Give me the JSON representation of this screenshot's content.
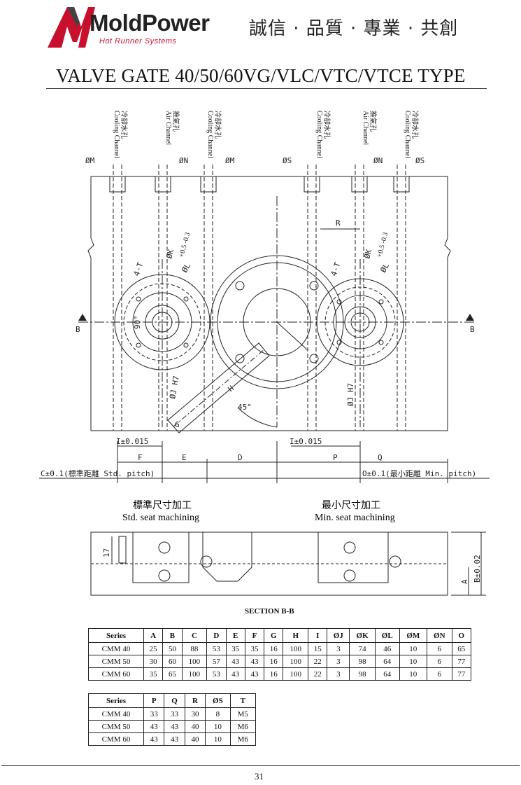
{
  "header": {
    "brand": "MoldPower",
    "brand_sub": "Hot Runner Systems",
    "slogan": "誠信 · 品質 · 專業 · 共創",
    "title": "VALVE GATE 40/50/60VG/VLC/VTC/VTCE TYPE",
    "colors": {
      "accent": "#c8102e",
      "dark": "#222222"
    }
  },
  "drawing": {
    "channels": [
      "冷卻水孔 Cooling Channel",
      "推氣孔 Air Channel",
      "冷卻水孔 Cooling Channel",
      "冷卻水孔 Cooling Channel",
      "推氣孔 Air Channel",
      "冷卻水孔 Cooling Channel"
    ],
    "ch_cn": [
      "冷卻水孔",
      "推氣孔",
      "冷卻水孔",
      "冷卻水孔",
      "推氣孔",
      "冷卻水孔"
    ],
    "ch_en": [
      "Cooling Channel",
      "Air Channel",
      "Cooling Channel",
      "Cooling Channel",
      "Air Channel",
      "Cooling Channel"
    ],
    "dia_labels": [
      "ØM",
      "ØN",
      "ØM",
      "ØS",
      "ØN",
      "ØS"
    ],
    "section_marker": "B",
    "labels": {
      "r": "R",
      "four_t": "4-T",
      "k": "ØK",
      "k_tol": "+0.5 -0.3",
      "l": "ØL",
      "ninety": "90°",
      "j": "ØJ H7",
      "g": "G",
      "h": "H",
      "angle": "45°",
      "i_left": "I±0.015",
      "i_right": "I±0.015",
      "f": "F",
      "e": "E",
      "d": "D",
      "p": "P",
      "q": "Q",
      "c_pitch": "C±0.1(標準距離 Std. pitch)",
      "o_pitch": "O±0.1(最小距離 Min. pitch)"
    },
    "std_cn": "標準尺寸加工",
    "std_en": "Std. seat machining",
    "min_cn": "最小尺寸加工",
    "min_en": "Min. seat machining",
    "seventeen": "17",
    "a_label": "A",
    "b_label": "B±0.02",
    "section": "SECTION B-B"
  },
  "table1": {
    "headers": [
      "Series",
      "A",
      "B",
      "C",
      "D",
      "E",
      "F",
      "G",
      "H",
      "I",
      "ØJ",
      "ØK",
      "ØL",
      "ØM",
      "ØN",
      "O"
    ],
    "rows": [
      [
        "CMM 40",
        "25",
        "50",
        "88",
        "53",
        "35",
        "35",
        "16",
        "100",
        "15",
        "3",
        "74",
        "46",
        "10",
        "6",
        "65"
      ],
      [
        "CMM 50",
        "30",
        "60",
        "100",
        "57",
        "43",
        "43",
        "16",
        "100",
        "22",
        "3",
        "98",
        "64",
        "10",
        "6",
        "77"
      ],
      [
        "CMM 60",
        "35",
        "65",
        "100",
        "53",
        "43",
        "43",
        "16",
        "100",
        "22",
        "3",
        "98",
        "64",
        "10",
        "6",
        "77"
      ]
    ]
  },
  "table2": {
    "headers": [
      "Series",
      "P",
      "Q",
      "R",
      "ØS",
      "T"
    ],
    "rows": [
      [
        "CMM 40",
        "33",
        "33",
        "30",
        "8",
        "M5"
      ],
      [
        "CMM 50",
        "43",
        "43",
        "40",
        "10",
        "M6"
      ],
      [
        "CMM 60",
        "43",
        "43",
        "40",
        "10",
        "M6"
      ]
    ]
  },
  "footer": {
    "page_number": "31"
  }
}
